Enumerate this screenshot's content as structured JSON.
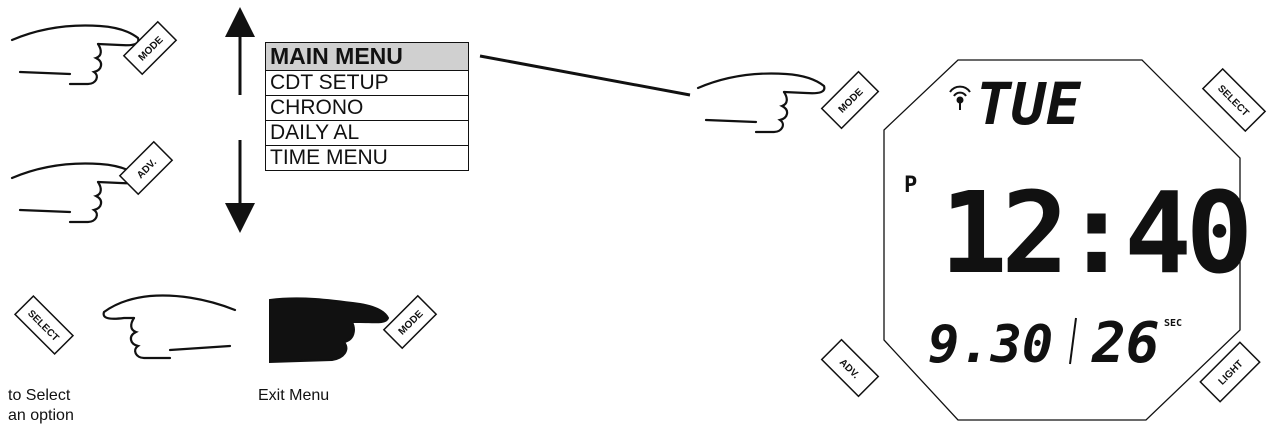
{
  "menu": {
    "items": [
      {
        "label": "MAIN MENU",
        "selected": true
      },
      {
        "label": "CDT SETUP",
        "selected": false
      },
      {
        "label": "CHRONO",
        "selected": false
      },
      {
        "label": "DAILY AL",
        "selected": false
      },
      {
        "label": "TIME MENU",
        "selected": false
      }
    ]
  },
  "buttons": {
    "mode": "MODE",
    "adv": "ADV.",
    "select": "SELECT",
    "light": "LIGHT"
  },
  "captions": {
    "select_line1": "to Select",
    "select_line2": "an option",
    "exit": "Exit Menu"
  },
  "watch": {
    "day": "TUE",
    "pm_indicator": "P",
    "time": "12:40",
    "date": "9.30",
    "seconds": "26",
    "sec_label": "SEC",
    "signal_icon": "radio-signal-icon"
  },
  "colors": {
    "ink": "#111111",
    "menu_highlight": "#d0d0d0",
    "background": "#ffffff"
  }
}
